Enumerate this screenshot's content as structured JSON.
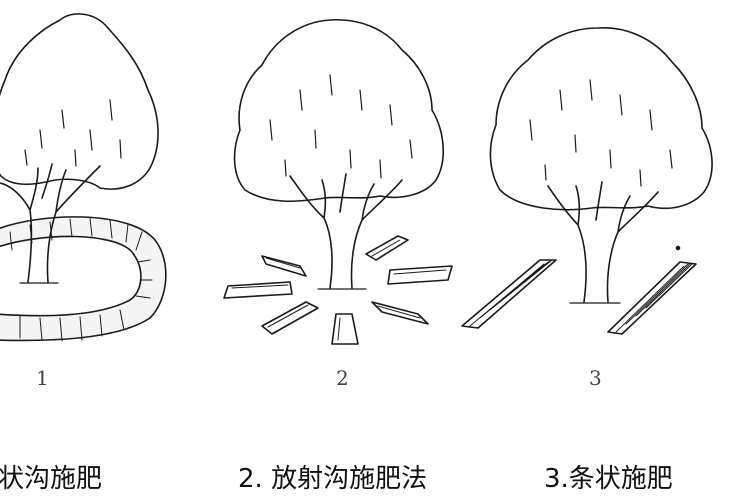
{
  "panels": [
    {
      "number": "1",
      "caption": "状沟施肥"
    },
    {
      "number": "2",
      "caption": "2. 放射沟施肥法"
    },
    {
      "number": "3",
      "caption": "3.条状施肥"
    }
  ]
}
